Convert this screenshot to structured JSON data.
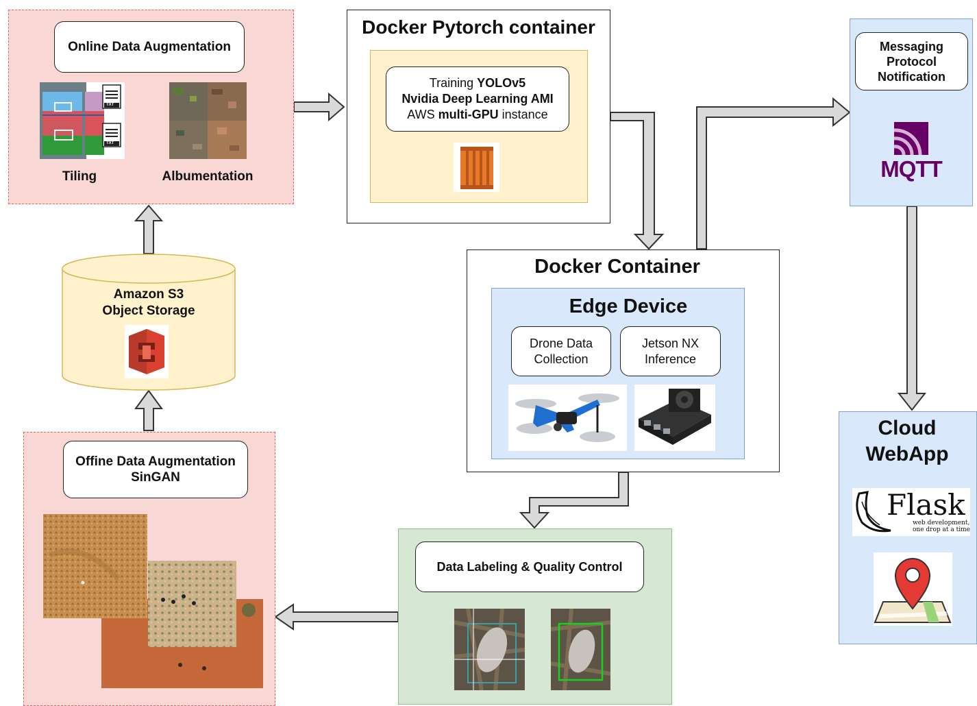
{
  "online_aug": {
    "title": "Online Data Augmentation",
    "tiling_label": "Tiling",
    "albumentation_label": "Albumentation",
    "txt_badge": "TXT"
  },
  "s3": {
    "line1": "Amazon S3",
    "line2": "Object Storage"
  },
  "offline_aug": {
    "line1": "Offine Data Augmentation",
    "line2": "SinGAN"
  },
  "pytorch": {
    "title": "Docker Pytorch container",
    "line1_prefix": "Training ",
    "line1_bold": "YOLOv5",
    "line2": "Nvidia Deep Learning AMI",
    "line3_prefix": "AWS ",
    "line3_bold": "multi-GPU",
    "line3_suffix": " instance"
  },
  "docker_container": {
    "title": "Docker Container",
    "edge_title": "Edge Device",
    "drone_line1": "Drone Data",
    "drone_line2": "Collection",
    "jetson_line1": "Jetson NX",
    "jetson_line2": "Inference"
  },
  "messaging": {
    "line1": "Messaging",
    "line2": "Protocol",
    "line3": "Notification",
    "logo_text": "MQTT",
    "logo_color": "#660066"
  },
  "cloud": {
    "line1": "Cloud",
    "line2": "WebApp",
    "flask_word": "Flask",
    "flask_tag1": "web development,",
    "flask_tag2": "one drop at a time"
  },
  "labeling": {
    "title": "Data Labeling & Quality Control"
  },
  "colors": {
    "pink_bg": "#f8d7d5",
    "blue_bg": "#dae8fb",
    "green_bg": "#d6e8d4",
    "yellow_bg": "#fff2cc",
    "arrow_fill": "#d9d9d9",
    "aws_orange": "#e8782a",
    "s3_red": "#d9402f"
  }
}
